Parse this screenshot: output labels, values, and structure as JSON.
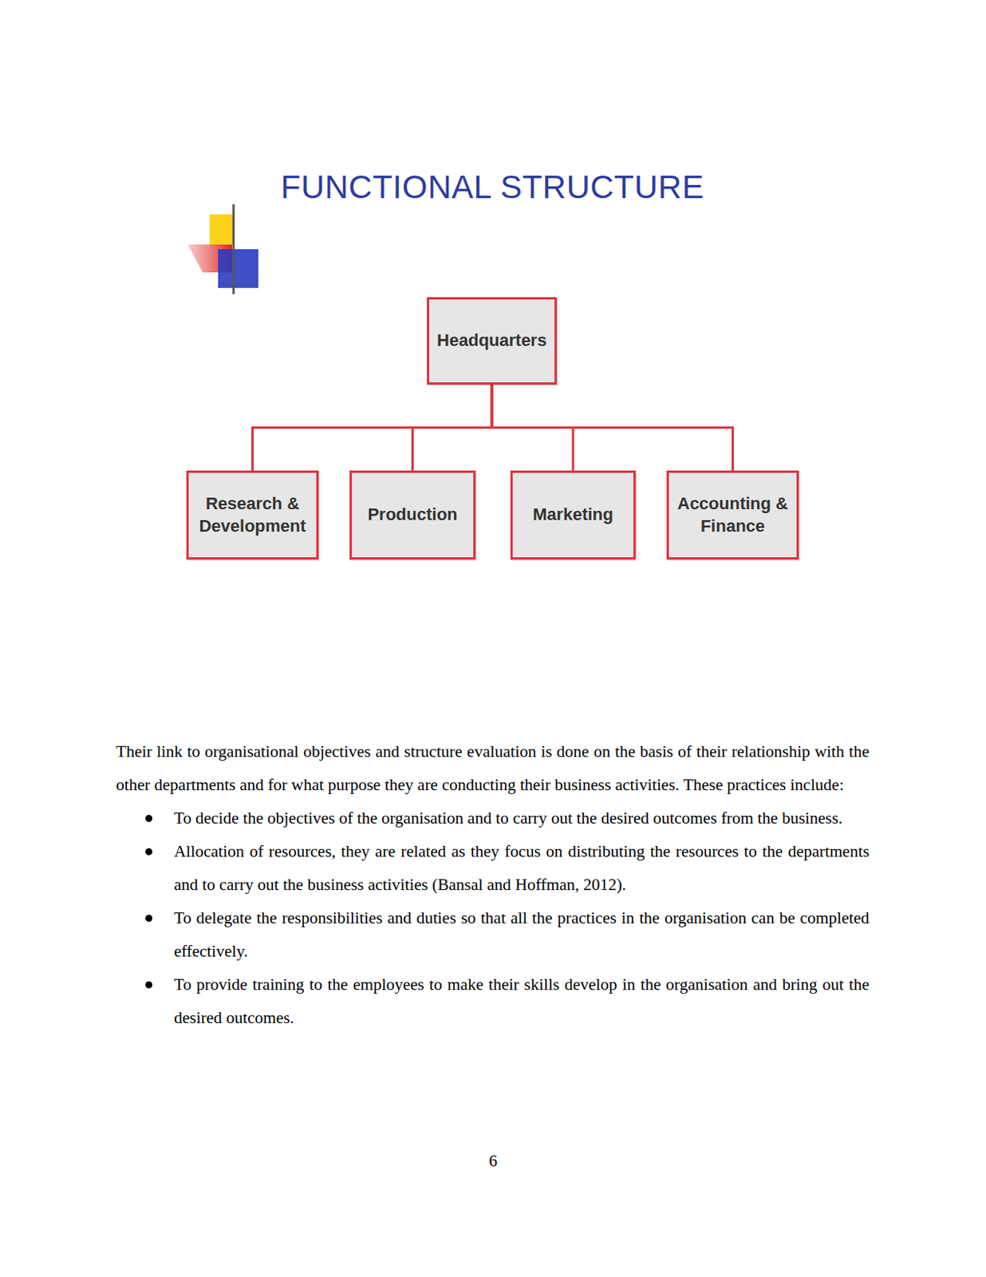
{
  "diagram": {
    "title": "FUNCTIONAL STRUCTURE",
    "nodes": [
      {
        "text": [
          "Headquarters"
        ]
      },
      {
        "text": [
          "Research & Development"
        ]
      },
      {
        "text": [
          "Production"
        ]
      },
      {
        "text": [
          "Marketing"
        ]
      },
      {
        "text": [
          "Accounting & Finance"
        ]
      }
    ],
    "edges": [
      {
        "from": 0,
        "to": 1,
        "arrow": "none"
      },
      {
        "from": 0,
        "to": 2,
        "arrow": "none"
      },
      {
        "from": 0,
        "to": 3,
        "arrow": "none"
      },
      {
        "from": 0,
        "to": 4,
        "arrow": "none"
      }
    ],
    "labels": [
      "Their link to organisational objectives and structure evaluation is done on the basis of their relationship with the other departments and for what purpose they are conducting their business activities. These practices include:",
      "To decide the objectives of the organisation and to carry out the desired outcomes from the business.",
      "Allocation of resources, they are related as they focus on distributing the resources to the departments and to carry out the business activities (Bansal and Hoffman, 2012).",
      "To delegate the responsibilities and duties so that all the practices in the organisation can be completed effectively.",
      "To provide training to the employees to make their skills develop in the organisation and bring out the desired outcomes.",
      "6"
    ]
  }
}
